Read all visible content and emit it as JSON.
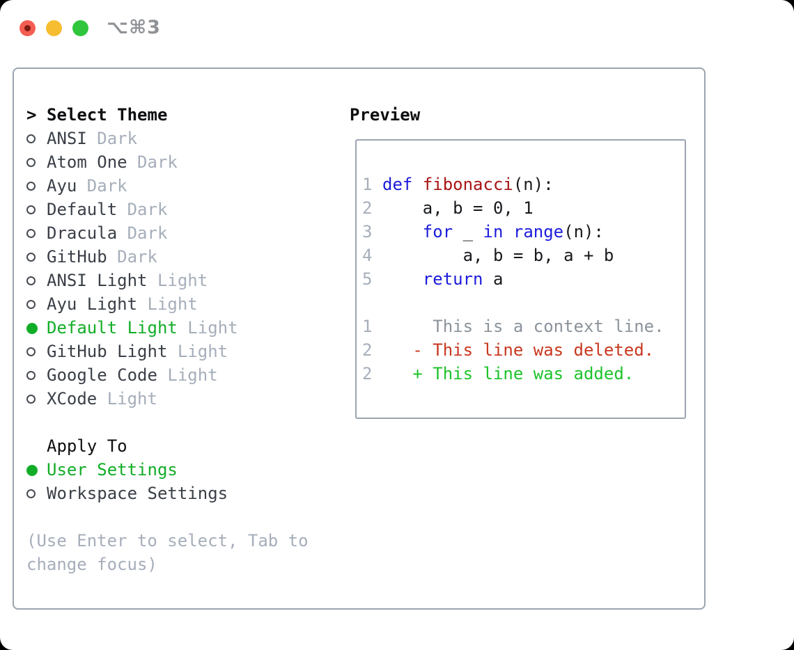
{
  "window": {
    "title": "⌥⌘3",
    "traffic_lights": {
      "close_color": "#f45d52",
      "close_dot_color": "#7d1a12",
      "minimize_color": "#f6bd31",
      "zoom_color": "#2fc63e"
    }
  },
  "colors": {
    "panel_border": "#9aa4af",
    "title_gray": "#8f9296",
    "text_primary": "#0d0e10",
    "item_name": "#3a3f47",
    "muted": "#a6aeba",
    "bullet_gray": "#464b52",
    "accent_green": "#12ad27",
    "line_number": "#a6aeba",
    "code_fg": "#17191d",
    "keyword_blue": "#1c1cdb",
    "function_red": "#a81414",
    "context_gray": "#8b939b",
    "deleted_red": "#c8381f",
    "added_green": "#1dc32b"
  },
  "theme_menu": {
    "header": "Select Theme",
    "caret": ">",
    "items": [
      {
        "name": "ANSI",
        "variant": "Dark",
        "selected": false
      },
      {
        "name": "Atom One",
        "variant": "Dark",
        "selected": false
      },
      {
        "name": "Ayu",
        "variant": "Dark",
        "selected": false
      },
      {
        "name": "Default",
        "variant": "Dark",
        "selected": false
      },
      {
        "name": "Dracula",
        "variant": "Dark",
        "selected": false
      },
      {
        "name": "GitHub",
        "variant": "Dark",
        "selected": false
      },
      {
        "name": "ANSI Light",
        "variant": "Light",
        "selected": false
      },
      {
        "name": "Ayu Light",
        "variant": "Light",
        "selected": false
      },
      {
        "name": "Default Light",
        "variant": "Light",
        "selected": true
      },
      {
        "name": "GitHub Light",
        "variant": "Light",
        "selected": false
      },
      {
        "name": "Google Code",
        "variant": "Light",
        "selected": false
      },
      {
        "name": "XCode",
        "variant": "Light",
        "selected": false
      }
    ]
  },
  "apply_to": {
    "header": "Apply To",
    "options": [
      {
        "name": "User Settings",
        "selected": true
      },
      {
        "name": "Workspace Settings",
        "selected": false
      }
    ]
  },
  "hint": {
    "line1": "(Use Enter to select, Tab to",
    "line2": "change focus)"
  },
  "preview": {
    "header": "Preview",
    "lines": [
      {
        "num": "1",
        "segments": [
          {
            "text": "def",
            "color": "keyword_blue"
          },
          {
            "text": " ",
            "color": "code_fg"
          },
          {
            "text": "fibonacci",
            "color": "function_red"
          },
          {
            "text": "(n):",
            "color": "code_fg"
          }
        ]
      },
      {
        "num": "2",
        "segments": [
          {
            "text": "    a, b = 0, 1",
            "color": "code_fg"
          }
        ]
      },
      {
        "num": "3",
        "segments": [
          {
            "text": "    ",
            "color": "code_fg"
          },
          {
            "text": "for",
            "color": "keyword_blue"
          },
          {
            "text": " _ ",
            "color": "code_fg"
          },
          {
            "text": "in",
            "color": "keyword_blue"
          },
          {
            "text": " ",
            "color": "code_fg"
          },
          {
            "text": "range",
            "color": "keyword_blue"
          },
          {
            "text": "(n):",
            "color": "code_fg"
          }
        ]
      },
      {
        "num": "4",
        "segments": [
          {
            "text": "        a, b = b, a + b",
            "color": "code_fg"
          }
        ]
      },
      {
        "num": "5",
        "segments": [
          {
            "text": "    ",
            "color": "code_fg"
          },
          {
            "text": "return",
            "color": "keyword_blue"
          },
          {
            "text": " a",
            "color": "code_fg"
          }
        ]
      },
      {
        "num": "",
        "segments": []
      },
      {
        "num": "1",
        "segments": [
          {
            "text": "     This is a context line.",
            "color": "context_gray"
          }
        ]
      },
      {
        "num": "2",
        "segments": [
          {
            "text": "   - This line was deleted.",
            "color": "deleted_red"
          }
        ]
      },
      {
        "num": "2",
        "segments": [
          {
            "text": "   + This line was added.",
            "color": "added_green"
          }
        ]
      }
    ]
  }
}
